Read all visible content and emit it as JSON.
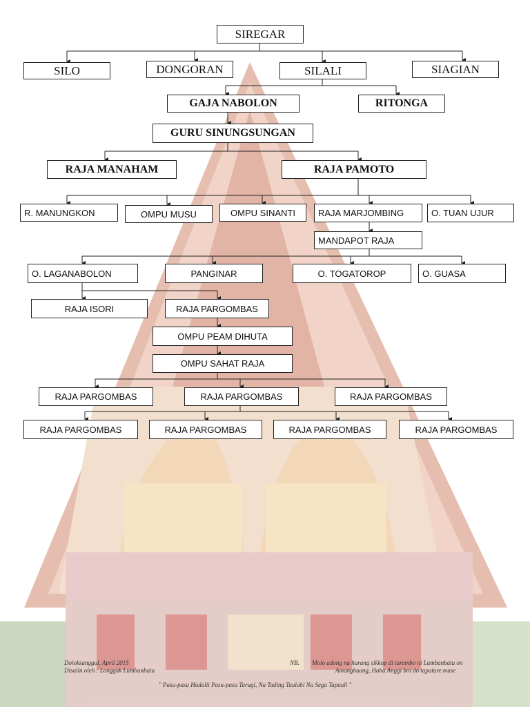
{
  "colors": {
    "line": "#222222",
    "roof": "#c8826a",
    "house": "#d9a88f",
    "sky": "#ffffff"
  },
  "tree": {
    "root": "SIREGAR",
    "gen1": [
      "SILO",
      "DONGORAN",
      "SILALI",
      "SIAGIAN"
    ],
    "gen2": [
      "GAJA NABOLON",
      "RITONGA"
    ],
    "gen3": "GURU SINUNGSUNGAN",
    "gen4": [
      "RAJA MANAHAM",
      "RAJA PAMOTO"
    ],
    "gen5": [
      "R. MANUNGKON",
      "OMPU MUSU",
      "OMPU SINANTI",
      "RAJA MARJOMBING",
      "O.  TUAN UJUR"
    ],
    "gen6": "MANDAPOT RAJA",
    "gen7": [
      "O. LAGANABOLON",
      "PANGINAR",
      "O. TOGATOROP",
      "O. GUASA"
    ],
    "gen8": [
      "RAJA ISORI",
      "RAJA PARGOMBAS"
    ],
    "gen9": "OMPU PEAM DIHUTA",
    "gen10": "OMPU SAHAT RAJA",
    "gen11": [
      "RAJA PARGOMBAS",
      "RAJA PARGOMBAS",
      "RAJA PARGOMBAS"
    ],
    "gen12": [
      "RAJA PARGOMBAS",
      "RAJA PARGOMBAS",
      "RAJA PARGOMBAS",
      "RAJA PARGOMBAS"
    ]
  },
  "footer": {
    "place_date": "Doloksanggul,     April 2015",
    "compiled_by": "Disalin oleh : Longgak Lumbanbatu",
    "nb_label": "NB.",
    "nb_line1": "Molo adong na hurang sikkop di tarombo ni Lumbanbatu on",
    "nb_line2": "Amanghuang, Haha Anggi boi do tapature muse",
    "motto": "\" Pasu-pasu Hudalii Pasu-pasu Tarugi, Na Tading Taulahi Na Sega Tapauli \""
  }
}
